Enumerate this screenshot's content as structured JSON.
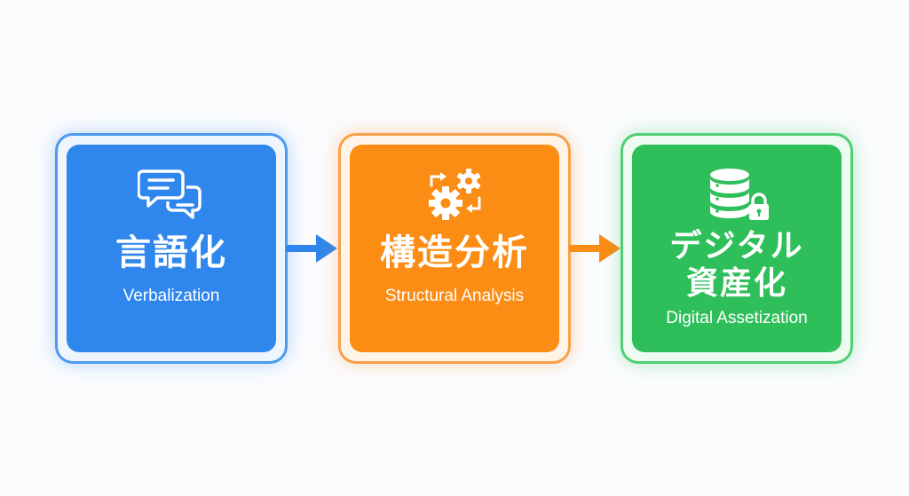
{
  "colors": {
    "blue": "#2f86ec",
    "orange": "#fb8c14",
    "green": "#2fbf5a"
  },
  "steps": [
    {
      "title_ja": "言語化",
      "title_en": "Verbalization",
      "icon": "chat-bubbles-icon"
    },
    {
      "title_ja": "構造分析",
      "title_en": "Structural Analysis",
      "icon": "gears-cycle-icon"
    },
    {
      "title_ja_line1": "デジタル",
      "title_ja_line2": "資産化",
      "title_en": "Digital Assetization",
      "icon": "database-lock-icon"
    }
  ],
  "connectors": [
    "arrow-right-icon",
    "arrow-right-icon"
  ]
}
